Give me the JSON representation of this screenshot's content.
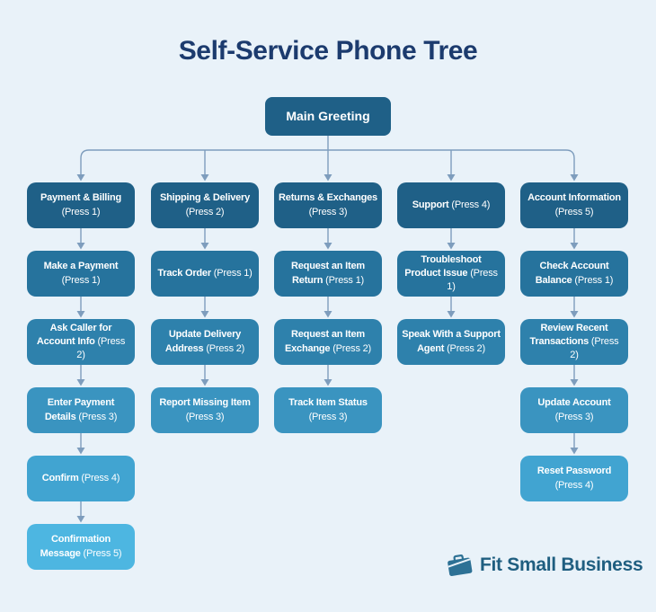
{
  "title": "Self-Service Phone Tree",
  "root": {
    "name": "Main Greeting"
  },
  "columns": [
    {
      "id": "payment-billing",
      "boxes": [
        {
          "name": "Payment & Billing",
          "press": "(Press 1)"
        },
        {
          "name": "Make a Payment",
          "press": "(Press 1)"
        },
        {
          "name": "Ask Caller for Account Info",
          "press": "(Press 2)"
        },
        {
          "name": "Enter Payment Details",
          "press": "(Press 3)"
        },
        {
          "name": "Confirm",
          "press": "(Press 4)"
        },
        {
          "name": "Confirmation Message",
          "press": "(Press 5)"
        }
      ]
    },
    {
      "id": "shipping-delivery",
      "boxes": [
        {
          "name": "Shipping & Delivery",
          "press": "(Press 2)"
        },
        {
          "name": "Track Order",
          "press": "(Press 1)"
        },
        {
          "name": "Update Delivery Address",
          "press": "(Press 2)"
        },
        {
          "name": "Report Missing Item",
          "press": "(Press 3)"
        }
      ]
    },
    {
      "id": "returns-exchanges",
      "boxes": [
        {
          "name": "Returns & Exchanges",
          "press": "(Press 3)"
        },
        {
          "name": "Request an Item Return",
          "press": "(Press 1)"
        },
        {
          "name": "Request an Item Exchange",
          "press": "(Press 2)"
        },
        {
          "name": "Track Item Status",
          "press": "(Press 3)"
        }
      ]
    },
    {
      "id": "support",
      "boxes": [
        {
          "name": "Support",
          "press": "(Press 4)"
        },
        {
          "name": "Troubleshoot Product Issue",
          "press": "(Press 1)"
        },
        {
          "name": "Speak With a Support Agent",
          "press": "(Press 2)"
        }
      ]
    },
    {
      "id": "account-information",
      "boxes": [
        {
          "name": "Account Information",
          "press": "(Press 5)"
        },
        {
          "name": "Check Account Balance",
          "press": "(Press 1)"
        },
        {
          "name": "Review Recent Transactions",
          "press": "(Press 2)"
        },
        {
          "name": "Update Account",
          "press": "(Press 3)"
        },
        {
          "name": "Reset Password",
          "press": "(Press 4)"
        }
      ]
    }
  ],
  "logo": {
    "text": "Fit Small Business",
    "icon": "briefcase-icon"
  },
  "colors": {
    "background": "#e9f2f9",
    "title": "#1c3b6e",
    "connector": "#7e9dbd",
    "box_text": "#ffffff",
    "main_greeting": "#1f6087",
    "row_colors": [
      "#1f6087",
      "#26739d",
      "#2e81ac",
      "#3a94c0",
      "#41a4d1",
      "#4db6e1"
    ],
    "logo_text": "#1f5e80",
    "logo_icon": "#2d7195"
  }
}
